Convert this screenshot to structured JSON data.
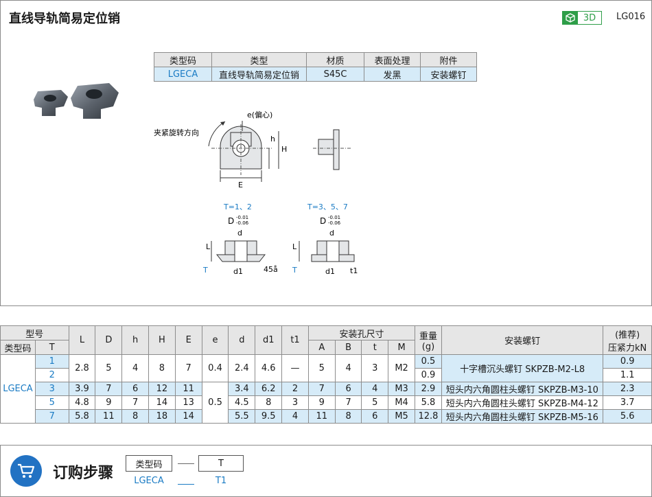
{
  "page": {
    "title": "直线导轨简易定位销",
    "badge_3d": "3D",
    "product_code": "LG016"
  },
  "spec_table": {
    "headers": [
      "类型码",
      "类型",
      "材质",
      "表面处理",
      "附件"
    ],
    "row": [
      "LGECA",
      "直线导轨简易定位销",
      "S45C",
      "发黑",
      "安装螺钉"
    ]
  },
  "drawing": {
    "rotation_label": "夹紧旋转方向",
    "eccentric_label": "e(偏心)",
    "dim_h": "h",
    "dim_H": "H",
    "dim_E": "E",
    "variant_a": "T=1、2",
    "variant_b": "T=3、5、7",
    "dim_D": "D",
    "tol_upper": "-0.01",
    "tol_lower": "-0.06",
    "dim_d": "d",
    "dim_L": "L",
    "dim_T": "T",
    "dim_d1": "d1",
    "dim_t1": "t1",
    "angle": "45å"
  },
  "main_table": {
    "group_model": "型号",
    "col_type_code": "类型码",
    "col_T": "T",
    "cols": [
      "L",
      "D",
      "h",
      "H",
      "E",
      "e",
      "d",
      "d1",
      "t1"
    ],
    "group_hole": "安装孔尺寸",
    "hole_cols": [
      "A",
      "B",
      "t",
      "M"
    ],
    "weight": "重量",
    "weight_unit": "(g)",
    "screw": "安装螺钉",
    "force_1": "(推荐)",
    "force_2": "压紧力kN",
    "type_code": "LGECA",
    "rows": [
      {
        "T": "1",
        "L": "2.8",
        "D": "5",
        "h": "4",
        "H": "8",
        "E": "7",
        "e": "0.4",
        "d": "2.4",
        "d1": "4.6",
        "t1": "—",
        "A": "5",
        "B": "4",
        "t": "3",
        "M": "M2",
        "weight": "0.5",
        "screw": "十字槽沉头螺钉  SKPZB-M2-L8",
        "force": "0.9"
      },
      {
        "T": "2",
        "weight": "0.9",
        "force": "1.1"
      },
      {
        "T": "3",
        "L": "3.9",
        "D": "7",
        "h": "6",
        "H": "12",
        "E": "11",
        "e": "0.5",
        "d": "3.4",
        "d1": "6.2",
        "t1": "2",
        "A": "7",
        "B": "6",
        "t": "4",
        "M": "M3",
        "weight": "2.9",
        "screw": "短头内六角圆柱头螺钉  SKPZB-M3-10",
        "force": "2.3"
      },
      {
        "T": "5",
        "L": "4.8",
        "D": "9",
        "h": "7",
        "H": "14",
        "E": "13",
        "d": "4.5",
        "d1": "8",
        "t1": "3",
        "A": "9",
        "B": "7",
        "t": "5",
        "M": "M4",
        "weight": "5.8",
        "screw": "短头内六角圆柱头螺钉  SKPZB-M4-12",
        "force": "3.7"
      },
      {
        "T": "7",
        "L": "5.8",
        "D": "11",
        "h": "8",
        "H": "18",
        "E": "14",
        "d": "5.5",
        "d1": "9.5",
        "t1": "4",
        "A": "11",
        "B": "8",
        "t": "6",
        "M": "M5",
        "weight": "12.8",
        "screw": "短头内六角圆柱头螺钉  SKPZB-M5-16",
        "force": "5.6"
      }
    ]
  },
  "order": {
    "title": "订购步骤",
    "field_1_label": "类型码",
    "field_2_label": "T",
    "field_1_value": "LGECA",
    "field_2_value": "T1",
    "icon": "cart-icon"
  },
  "colors": {
    "accent_blue": "#1a7bc4",
    "cell_blue": "#d6ebf8",
    "badge_green": "#2e9e48",
    "cart_blue": "#2272c3"
  }
}
